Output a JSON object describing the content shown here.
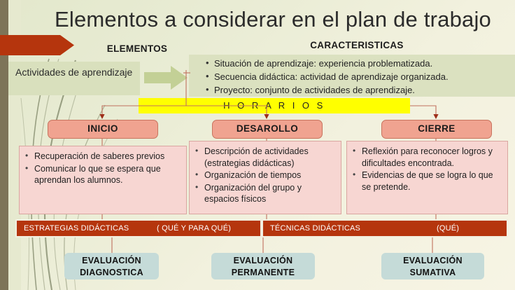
{
  "slide": {
    "title": "Elementos a considerar en el plan de trabajo",
    "background_color": "#eceedb"
  },
  "headers": {
    "elementos": "ELEMENTOS",
    "caracteristicas": "CARACTERISTICAS"
  },
  "elementos": {
    "activity_box": "Actividades de aprendizaje"
  },
  "caracteristicas": {
    "items": [
      "Situación de aprendizaje: experiencia problematizada.",
      "Secuencia didáctica: actividad de aprendizaje organizada.",
      "Proyecto: conjunto de actividades de aprendizaje."
    ]
  },
  "horarios": {
    "label": "H O R A R I O S",
    "color": "#ffff00"
  },
  "stages": [
    {
      "id": "inicio",
      "label": "INICIO",
      "items": [
        "Recuperación de saberes previos",
        "Comunicar lo que se espera que aprendan los alumnos."
      ]
    },
    {
      "id": "desarrollo",
      "label": "DESAROLLO",
      "items": [
        "Descripción de actividades (estrategias didácticas)",
        "Organización de tiempos",
        "Organización del grupo y espacios físicos"
      ]
    },
    {
      "id": "cierre",
      "label": "CIERRE",
      "items": [
        "Reflexión para reconocer logros y dificultades encontrada.",
        "Evidencias de que se logra lo que se pretende."
      ]
    }
  ],
  "red_bars": [
    {
      "label": "ESTRATEGIAS DIDÁCTICAS",
      "qualifier": "( QUÉ Y PARA QUÉ)"
    },
    {
      "label": "TÉCNICAS DIDÁCTICAS",
      "qualifier": "(QUÉ)"
    }
  ],
  "evaluations": [
    {
      "line1": "EVALUACIÓN",
      "line2": "DIAGNOSTICA"
    },
    {
      "line1": "EVALUACIÓN",
      "line2": "PERMANENTE"
    },
    {
      "line1": "EVALUACIÓN",
      "line2": "SUMATIVA"
    }
  ],
  "colors": {
    "accent_red": "#b5350d",
    "stage_pill": "#f0a390",
    "content_box": "#f7d6d2",
    "eval_box": "#c5dbd8",
    "green_box": "#d9e0bd",
    "highlight_yellow": "#ffff00"
  }
}
